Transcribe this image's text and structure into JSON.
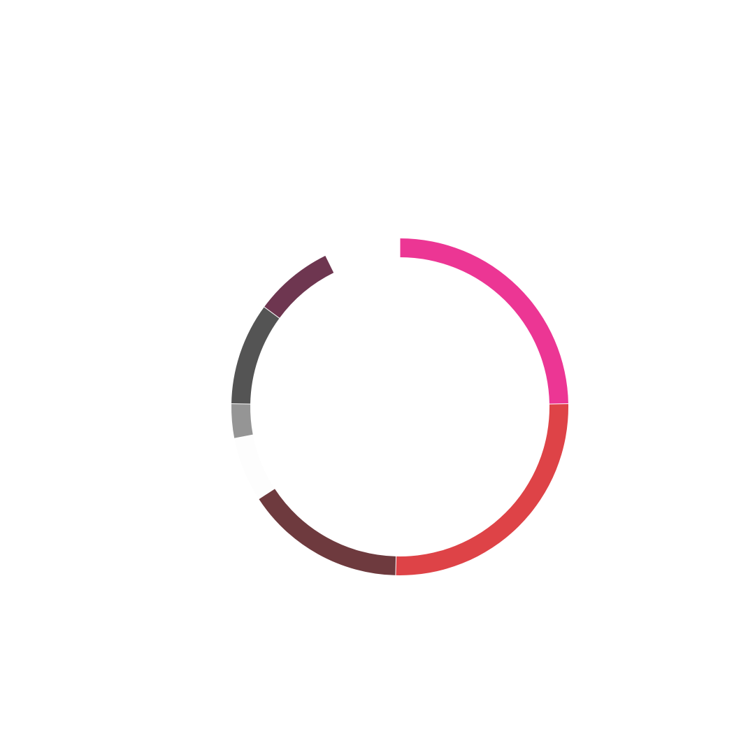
{
  "chart_data": {
    "type": "pie",
    "variant": "donut",
    "title": "",
    "legend": "none",
    "data_labels": "none",
    "start_angle_deg": 0,
    "direction": "clockwise",
    "total": 100,
    "slices": [
      {
        "value": 24.7,
        "color": "#EC3694"
      },
      {
        "value": 25.7,
        "color": "#DE4347"
      },
      {
        "value": 15.4,
        "color": "#6E3A3E"
      },
      {
        "value": 6.2,
        "color": "#FDFDFD"
      },
      {
        "value": 3.3,
        "color": "#959595"
      },
      {
        "value": 9.8,
        "color": "#545454"
      },
      {
        "value": 7.6,
        "color": "#6E3650"
      }
    ],
    "separator_color": "#ffffff"
  }
}
